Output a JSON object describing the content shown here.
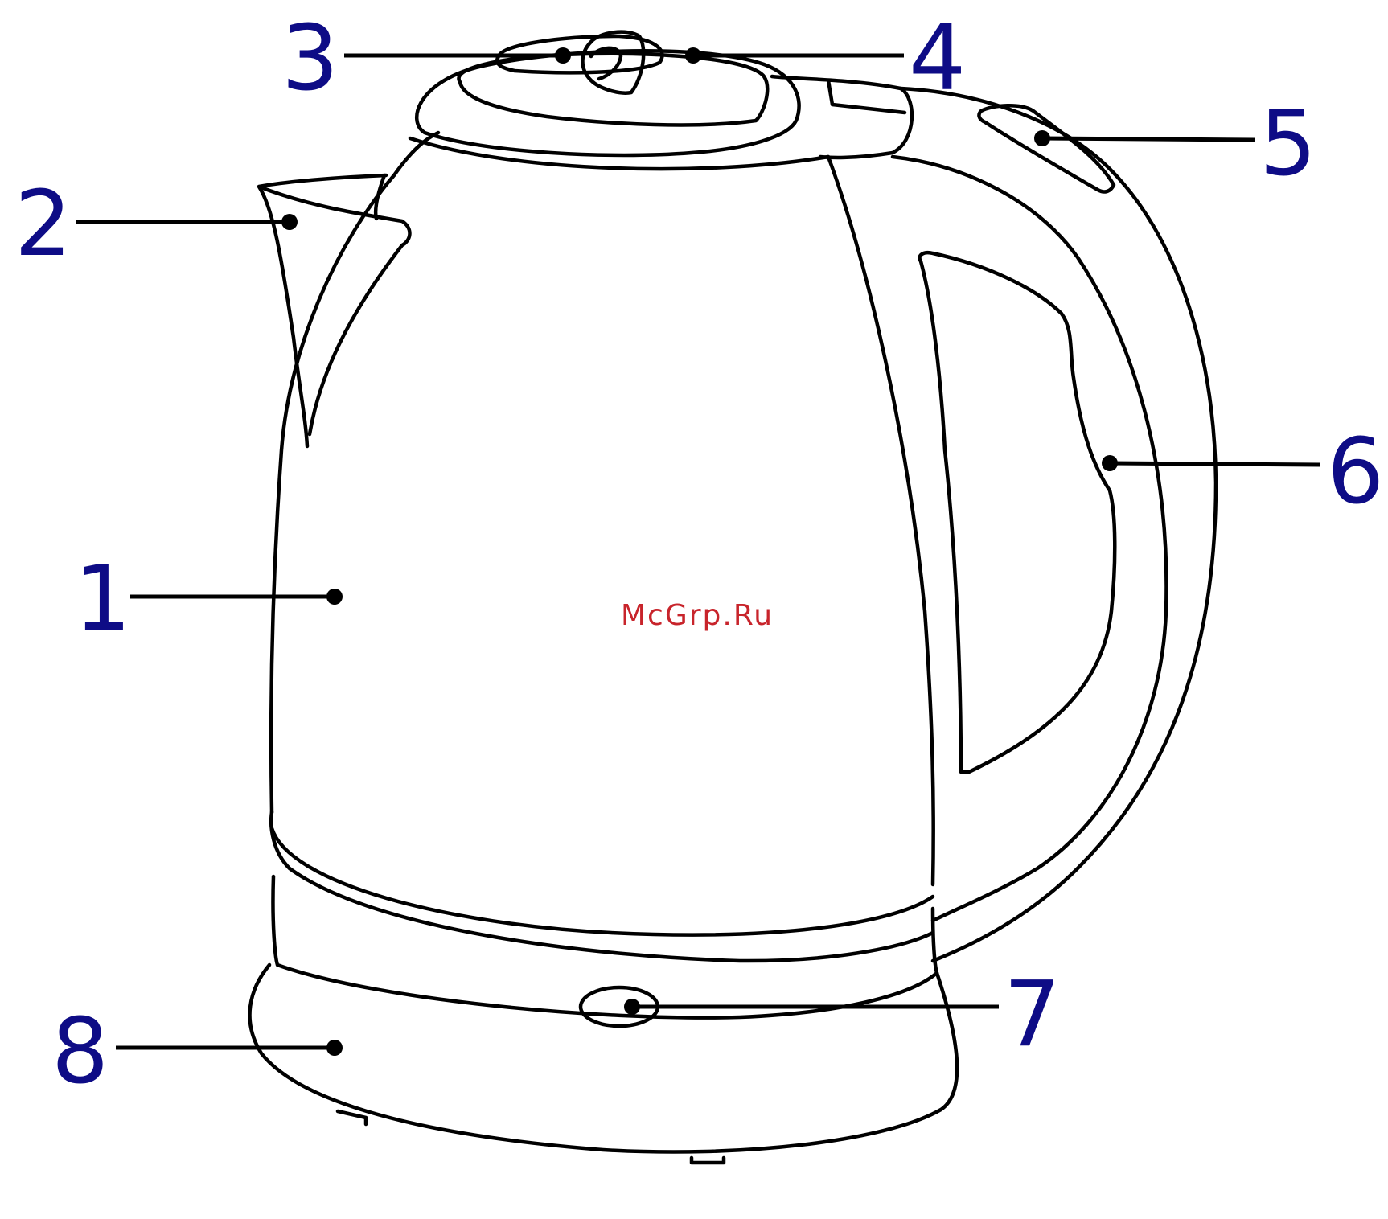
{
  "diagram": {
    "callouts": [
      {
        "id": "1",
        "label": "1"
      },
      {
        "id": "2",
        "label": "2"
      },
      {
        "id": "3",
        "label": "3"
      },
      {
        "id": "4",
        "label": "4"
      },
      {
        "id": "5",
        "label": "5"
      },
      {
        "id": "6",
        "label": "6"
      },
      {
        "id": "7",
        "label": "7"
      },
      {
        "id": "8",
        "label": "8"
      }
    ],
    "watermark": "McGrp.Ru"
  },
  "colors": {
    "callout_numbers": "#0e0c86",
    "outline": "#000000",
    "watermark": "#c8242b",
    "background": "#ffffff"
  }
}
